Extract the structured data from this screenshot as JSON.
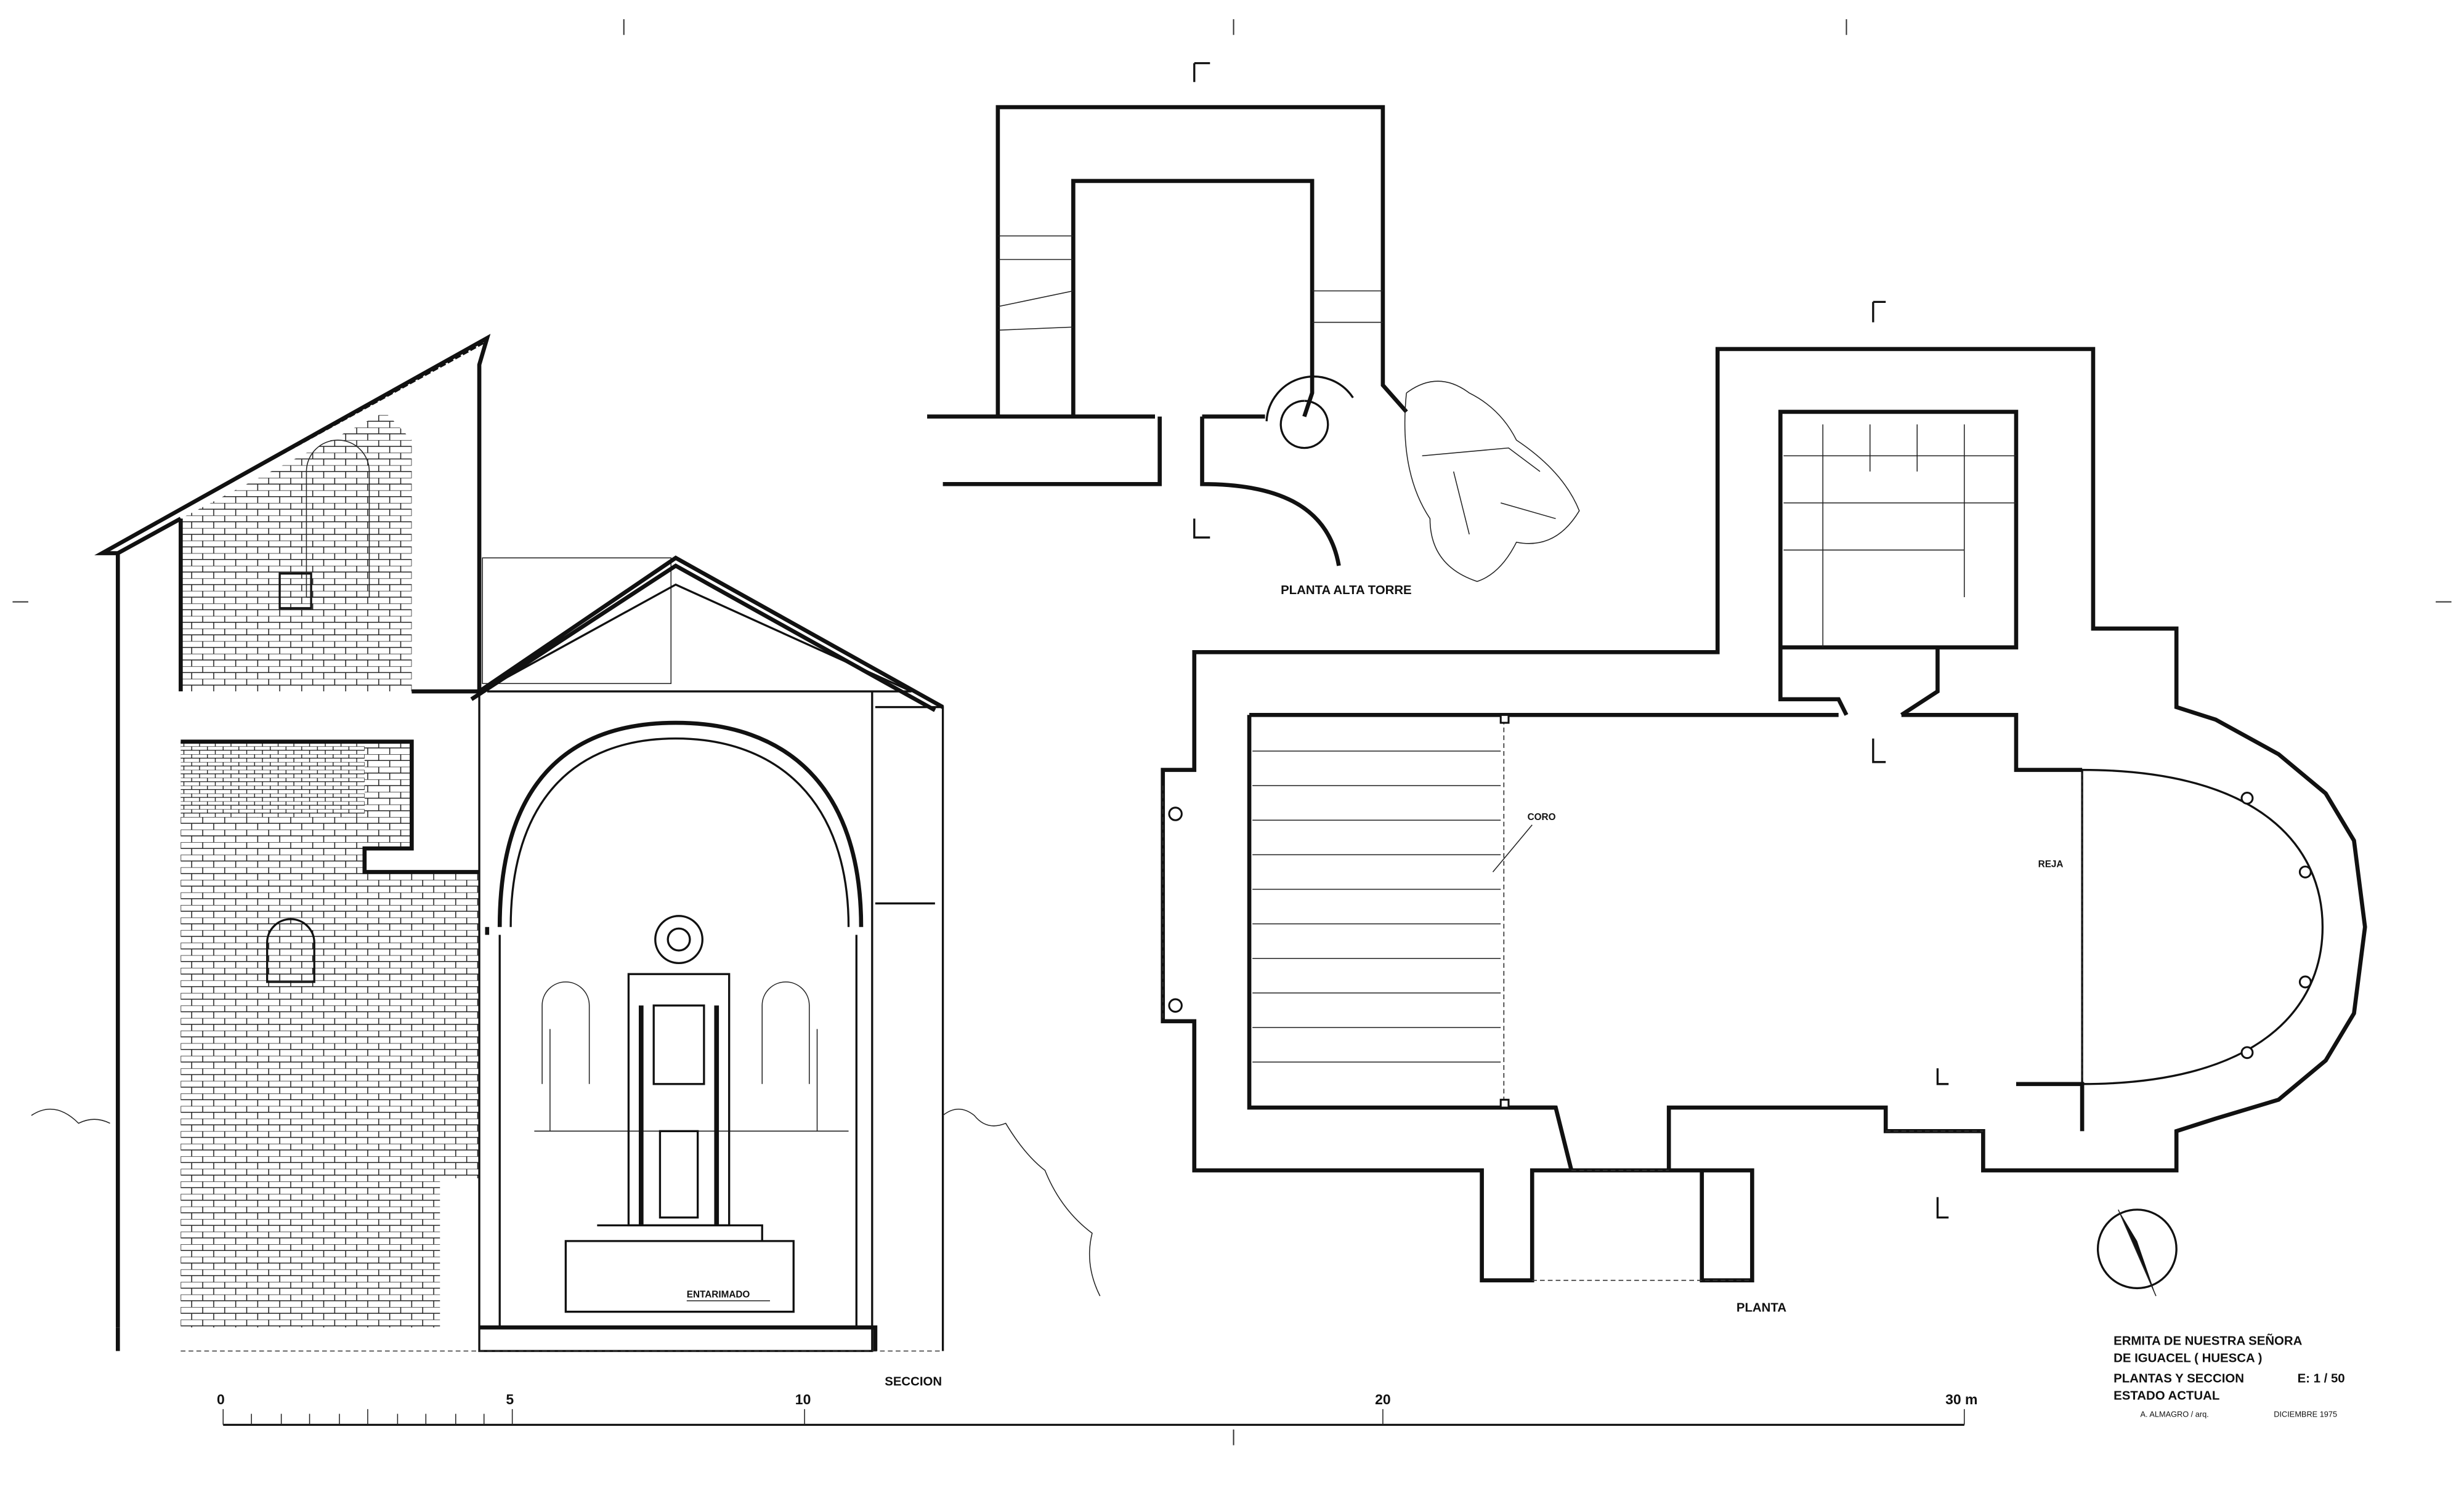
{
  "title_block": {
    "line1": "ERMITA DE NUESTRA SEÑORA",
    "line2": "DE  IGUACEL ( HUESCA )",
    "line3": "PLANTAS Y SECCION",
    "scale": "E: 1 / 50",
    "line4": "ESTADO ACTUAL",
    "author": "A. ALMAGRO / arq.",
    "date": "DICIEMBRE 1975"
  },
  "labels": {
    "section": "SECCION",
    "plan": "PLANTA",
    "tower_upper_plan": "PLANTA ALTA TORRE",
    "choir": "CORO",
    "grille": "REJA",
    "platform": "ENTARIMADO"
  },
  "scale_bar": {
    "ticks": [
      "0",
      "5",
      "10",
      "20",
      "30 m"
    ]
  },
  "colors": {
    "ink": "#111111",
    "paper": "#ffffff"
  }
}
